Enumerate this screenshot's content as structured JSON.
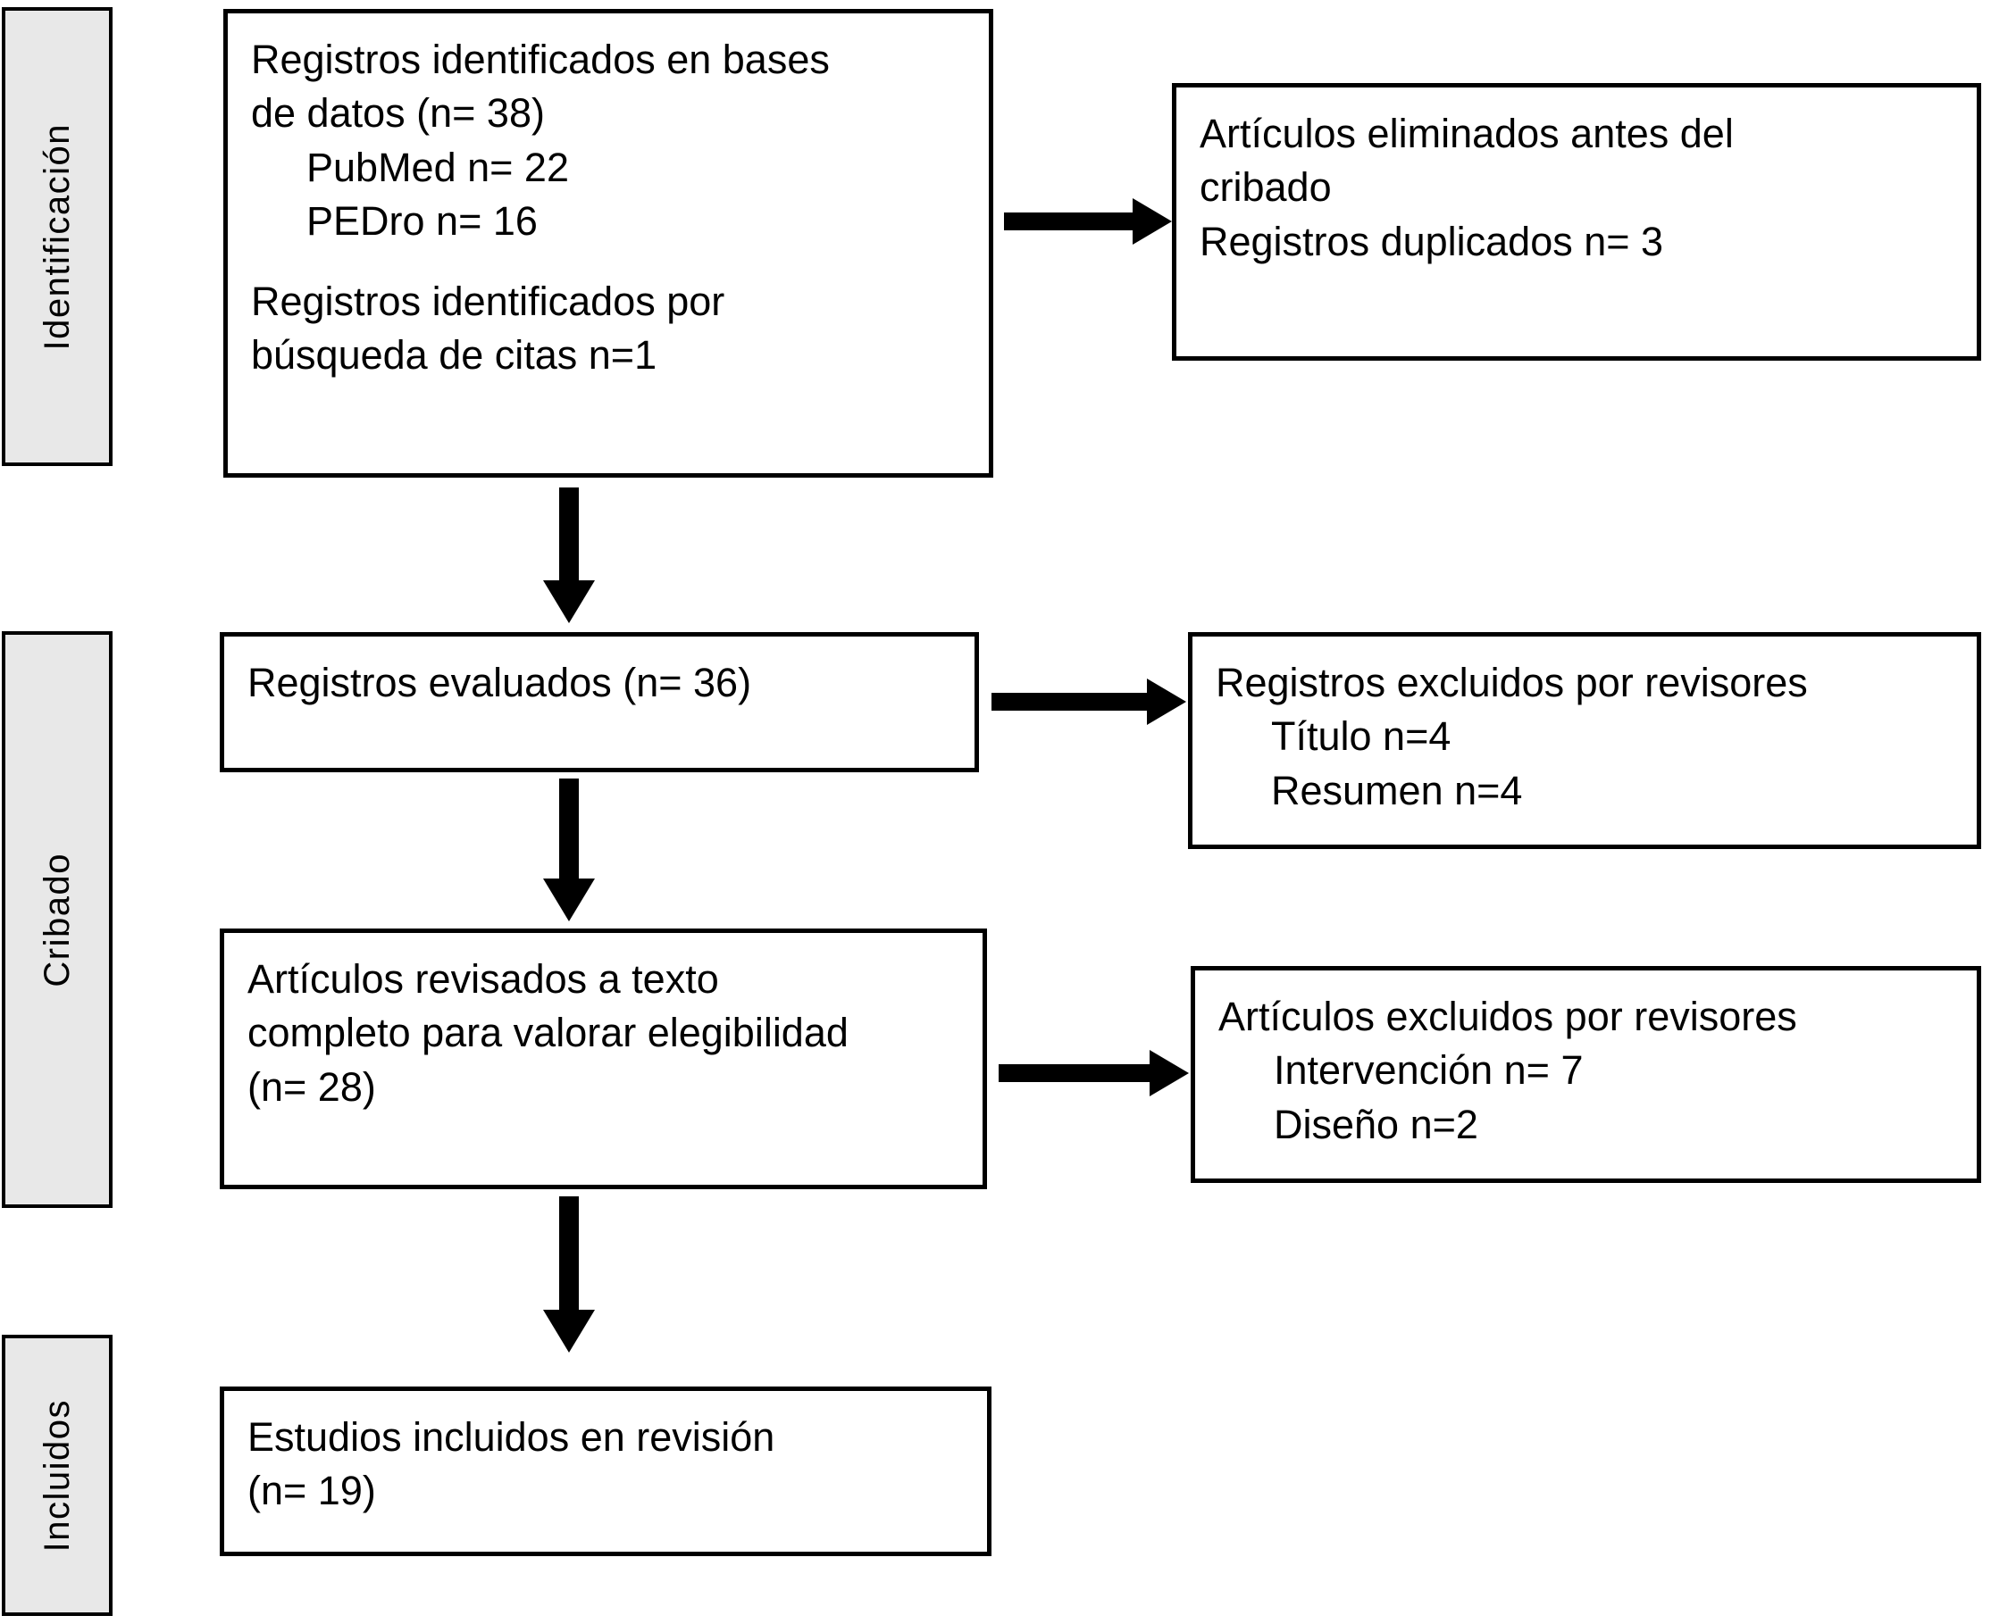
{
  "diagram": {
    "type": "prisma-flow-diagram",
    "language": "es",
    "stages": [
      {
        "id": "identificacion",
        "label": "Identificación"
      },
      {
        "id": "cribado",
        "label": "Cribado"
      },
      {
        "id": "incluidos",
        "label": "Incluidos"
      }
    ],
    "boxes": {
      "records_identified": {
        "lines": [
          "Registros identificados en bases",
          "de datos (n= 38)",
          "PubMed n= 22",
          "PEDro n= 16",
          "",
          "Registros identificados por",
          "búsqueda de citas n=1"
        ]
      },
      "records_removed": {
        "lines": [
          "Artículos eliminados antes del",
          "cribado",
          "Registros duplicados n= 3"
        ]
      },
      "records_screened": {
        "lines": [
          "Registros evaluados (n= 36)"
        ]
      },
      "records_excluded": {
        "lines": [
          "Registros excluidos por revisores",
          "Título n=4",
          "Resumen n=4"
        ]
      },
      "fulltext_assessed": {
        "lines": [
          "Artículos revisados a texto",
          "completo para valorar elegibilidad",
          "(n= 28)"
        ]
      },
      "fulltext_excluded": {
        "lines": [
          "Artículos excluidos por revisores",
          "Intervención n= 7",
          "Diseño n=2"
        ]
      },
      "studies_included": {
        "lines": [
          "Estudios incluidos en revisión",
          "(n= 19)"
        ]
      }
    },
    "counts": {
      "records_from_databases": 38,
      "pubmed": 22,
      "pedro": 16,
      "records_from_citations": 1,
      "duplicates_removed": 3,
      "records_screened": 36,
      "excluded_title": 4,
      "excluded_abstract": 4,
      "fulltext_assessed": 28,
      "excluded_intervention": 7,
      "excluded_design": 2,
      "studies_included": 19
    },
    "colors": {
      "stage_fill": "#e8e8e8",
      "stroke": "#000000",
      "box_fill": "#ffffff",
      "text": "#000000"
    }
  }
}
